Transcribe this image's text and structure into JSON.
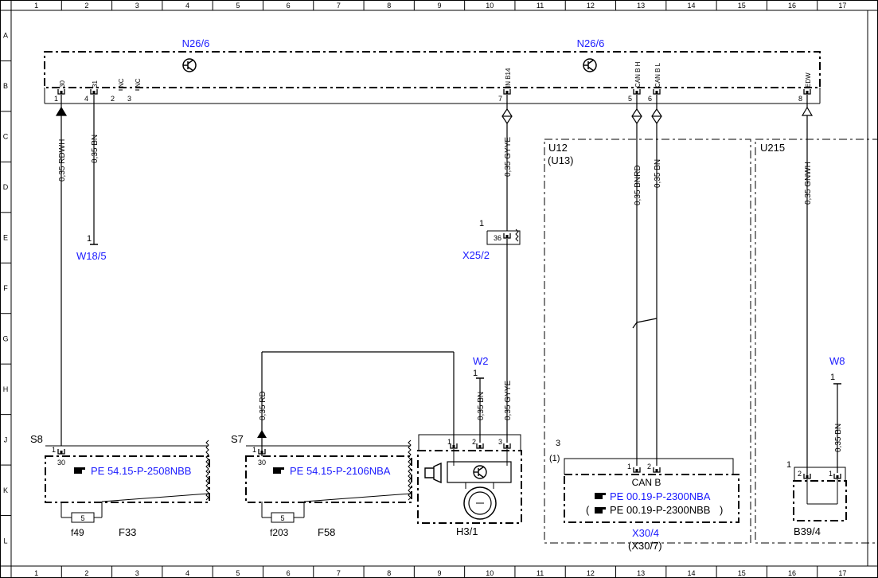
{
  "grid": {
    "columns": [
      "1",
      "2",
      "3",
      "4",
      "5",
      "6",
      "7",
      "8",
      "9",
      "10",
      "11",
      "12",
      "13",
      "14",
      "15",
      "16",
      "17"
    ],
    "rows": [
      "A",
      "B",
      "C",
      "D",
      "E",
      "F",
      "G",
      "H",
      "J",
      "K",
      "L"
    ]
  },
  "modules": {
    "n26_left": "N26/6",
    "n26_right": "N26/6",
    "u12": "U12",
    "u12_alt": "(U13)",
    "u215": "U215"
  },
  "pins": {
    "p30": "30",
    "p31": "31",
    "nc1": "NC",
    "nc2": "NC",
    "inb14": "IN B14",
    "canbh": "CAN B H",
    "canbl": "CAN B L",
    "edw": "EDW",
    "n1": "1",
    "n4": "4",
    "n2": "2",
    "n3": "3",
    "n7": "7",
    "n5": "5",
    "n6": "6",
    "n8": "8"
  },
  "wires": {
    "w1": "0,35 RDWH",
    "w2": "0,35 BN",
    "w3": "0,35 GYYE",
    "w4": "0,35 BNRD",
    "w5": "0,35 BN",
    "w6": "0,35 GNWH",
    "w7": "0,35 RD",
    "w8": "0,35 BN",
    "w9": "0,35 GYYE",
    "w10": "0,35 BN"
  },
  "grounds": {
    "w18_pin": "1",
    "w18": "W18/5",
    "w2_pin": "1",
    "w2": "W2",
    "w8_pin": "1",
    "w8": "W8"
  },
  "connector_x25": {
    "pin_a": "1",
    "pin_b": "36",
    "label": "X25/2"
  },
  "s8": {
    "label": "S8",
    "pin": "1",
    "term": "30",
    "ref": "PE 54.15-P-2508NBB",
    "fuse_no": "5",
    "fuse": "f49",
    "box": "F33"
  },
  "s7": {
    "label": "S7",
    "pin": "1",
    "term": "30",
    "ref": "PE 54.15-P-2106NBA",
    "fuse_no": "5",
    "fuse": "f203",
    "box": "F58"
  },
  "h3": {
    "pin1": "1",
    "pin2": "2",
    "pin3": "3",
    "label": "H3/1"
  },
  "x30": {
    "p3": "3",
    "p1alt": "(1)",
    "pin1": "1",
    "pin2": "2",
    "canb": "CAN B",
    "ref1": "PE 00.19-P-2300NBA",
    "ref2": "PE 00.19-P-2300NBB",
    "paren_open": "(",
    "paren_close": ")",
    "label": "X30/4",
    "label_alt": "(X30/7)"
  },
  "b39": {
    "p1": "1",
    "pin2": "2",
    "pin1": "1",
    "label": "B39/4"
  }
}
